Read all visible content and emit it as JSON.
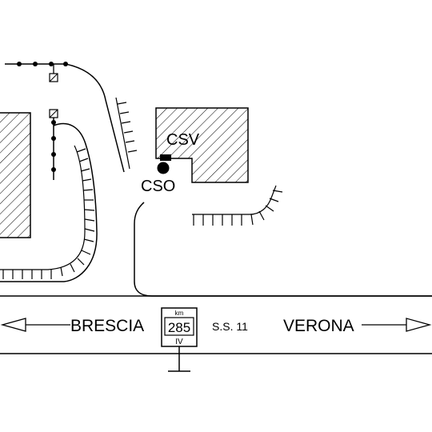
{
  "labels": {
    "csv": "CSV",
    "cso": "CSO",
    "brescia": "BRESCIA",
    "verona": "VERONA",
    "road": "S.S. 11"
  },
  "km_marker": {
    "unit": "km",
    "value": "285",
    "numeral": "IV"
  }
}
